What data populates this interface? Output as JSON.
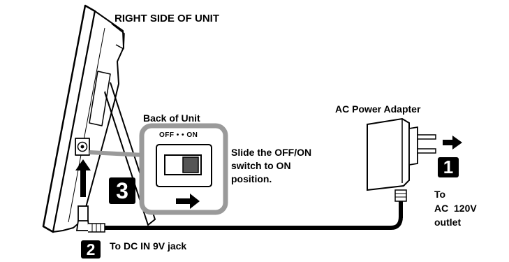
{
  "labels": {
    "right_side": "RIGHT SIDE OF UNIT",
    "back_of_unit": "Back of Unit",
    "ac_adapter": "AC Power Adapter",
    "switch_marks": "OFF • • ON",
    "switch_instruction": "Slide the OFF/ON switch to ON position.",
    "outlet_instruction_lines": [
      "To",
      "AC  120V",
      "outlet"
    ],
    "dc_instruction": "To DC IN 9V jack"
  },
  "steps": {
    "step1": "1",
    "step2": "2",
    "step3": "3"
  },
  "icons": {
    "arrow_to_outlet": "right-arrow-icon",
    "arrow_switch": "right-arrow-icon",
    "arrow_up_jack": "up-arrow-icon"
  },
  "colors": {
    "ink": "#000000",
    "panel_gray": "#9a9a9a",
    "background": "#ffffff"
  }
}
